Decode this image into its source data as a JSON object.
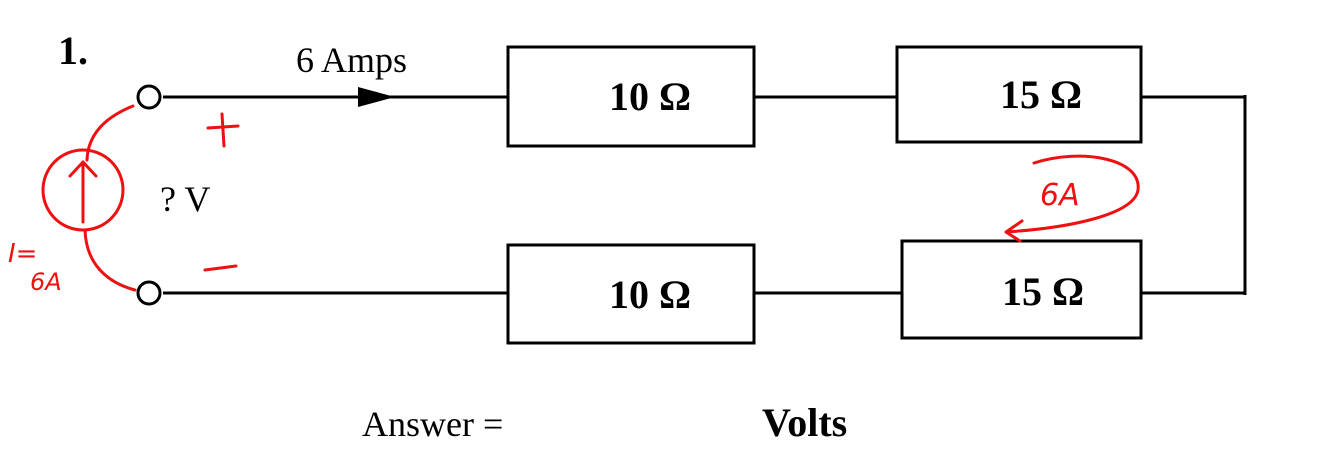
{
  "problem": {
    "number": "1.",
    "current_label": "6 Amps",
    "voltage_label": "? V",
    "answer_label": "Answer =",
    "units_label": "Volts"
  },
  "resistors": {
    "top_left": "10 Ω",
    "top_right": "15 Ω",
    "bottom_left": "10 Ω",
    "bottom_right": "15 Ω"
  },
  "annotations": {
    "plus": "+",
    "minus": "−",
    "source_current": "I=",
    "source_value": "6A",
    "loop_current": "6A"
  },
  "colors": {
    "ink": "#000000",
    "annotation": "#ee1111"
  }
}
